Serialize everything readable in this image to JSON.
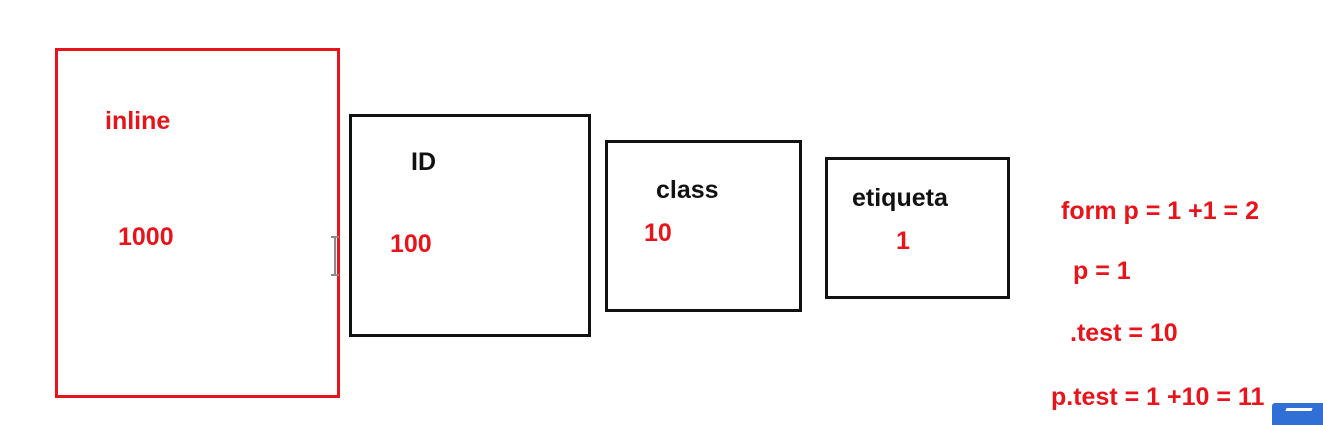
{
  "diagram": {
    "boxes": [
      {
        "label": "inline",
        "value": "1000"
      },
      {
        "label": "ID",
        "value": "100"
      },
      {
        "label": "class",
        "value": "10"
      },
      {
        "label": "etiqueta",
        "value": "1"
      }
    ],
    "examples": [
      "form p = 1 +1 = 2",
      "p = 1",
      ".test = 10",
      "p.test = 1 +10 = 11"
    ]
  },
  "colors": {
    "highlight": "#e8141c",
    "box_border": "#111111",
    "label_red": "#e8141c",
    "label_black": "#111111"
  },
  "icons": {
    "text_cursor": "text-cursor-icon",
    "corner_mark": "player-control-icon"
  }
}
